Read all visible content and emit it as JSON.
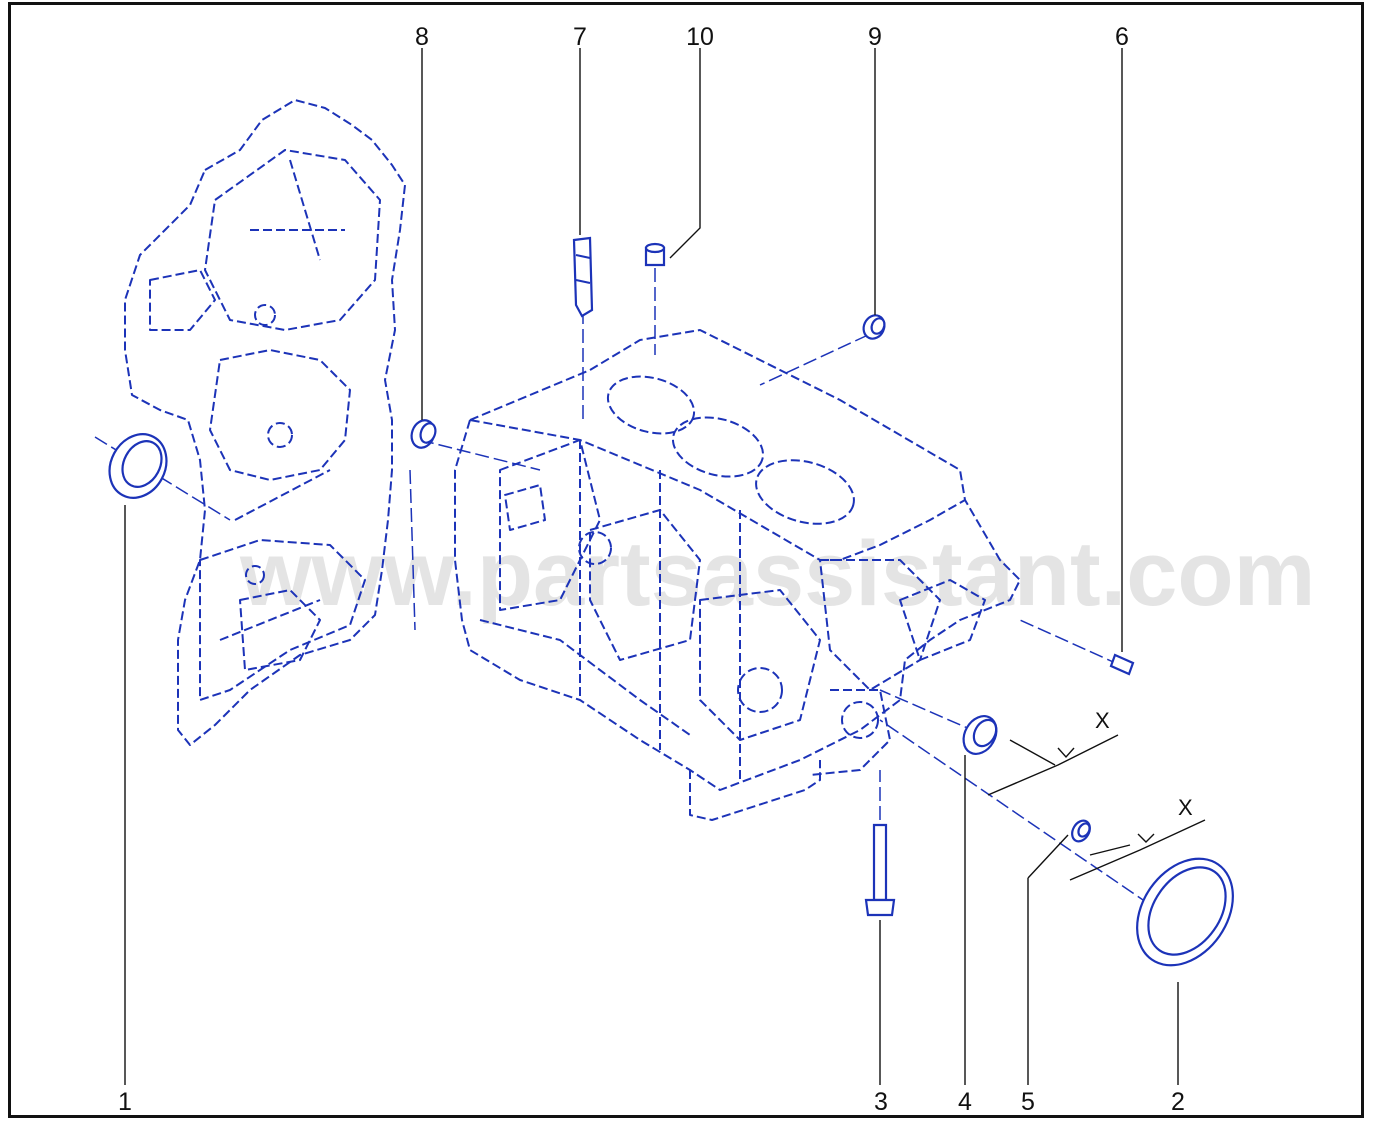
{
  "diagram": {
    "watermark": "www.partsassistant.com",
    "dimension_label": "X",
    "colors": {
      "lines": "#1c33b8",
      "text": "#111111",
      "frame": "#111111",
      "watermark": "#cfcfcf"
    }
  },
  "callouts": [
    {
      "number": "1",
      "part": "front-seal"
    },
    {
      "number": "2",
      "part": "rear-crankshaft-seal"
    },
    {
      "number": "3",
      "part": "bolt"
    },
    {
      "number": "4",
      "part": "plug"
    },
    {
      "number": "5",
      "part": "small-plug"
    },
    {
      "number": "6",
      "part": "dowel-pin"
    },
    {
      "number": "7",
      "part": "oil-jet"
    },
    {
      "number": "8",
      "part": "core-plug-left"
    },
    {
      "number": "9",
      "part": "core-plug-top"
    },
    {
      "number": "10",
      "part": "dowel-sleeve"
    }
  ]
}
